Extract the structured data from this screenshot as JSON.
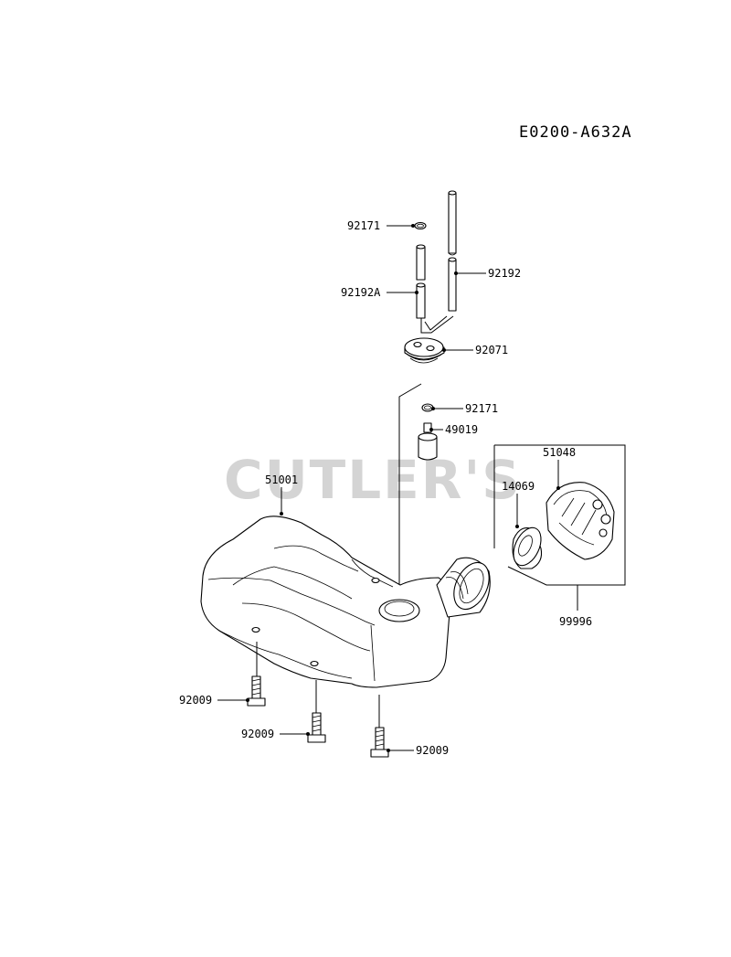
{
  "diagram_code": "E0200-A632A",
  "watermark": "CUTLER'S",
  "parts": {
    "p92171_top": "92171",
    "p92192A": "92192A",
    "p92192": "92192",
    "p92071": "92071",
    "p92171_mid": "92171",
    "p49019": "49019",
    "p51048": "51048",
    "p14069": "14069",
    "p51001": "51001",
    "p99996": "99996",
    "p92009_a": "92009",
    "p92009_b": "92009",
    "p92009_c": "92009"
  }
}
